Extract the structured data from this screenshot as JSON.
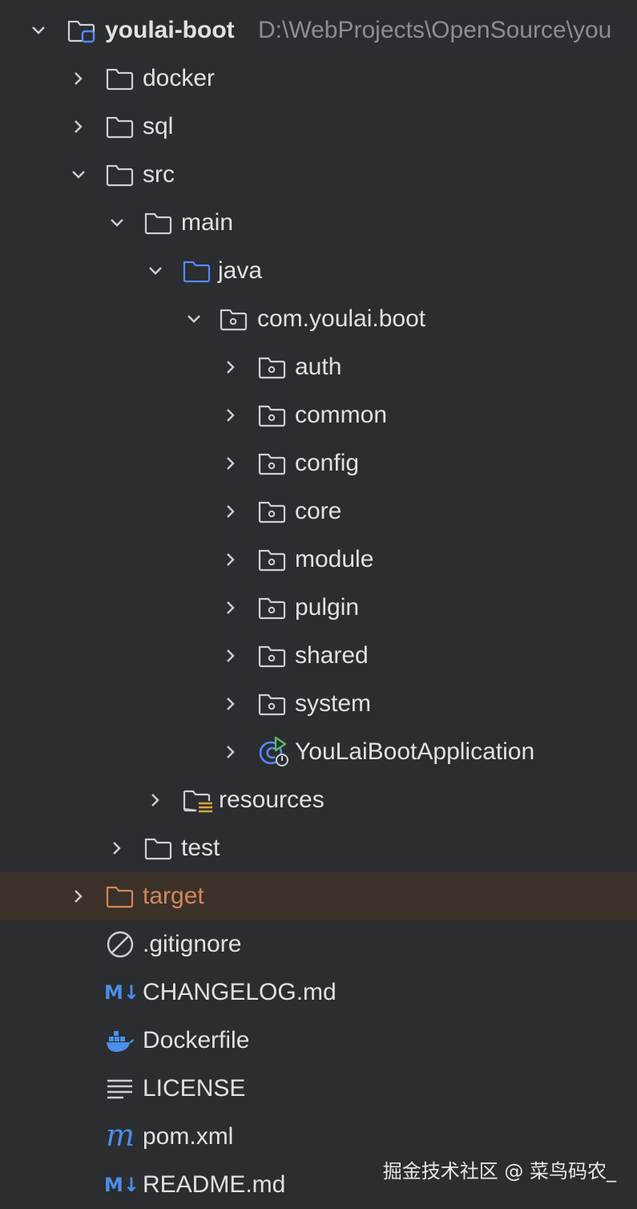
{
  "project": {
    "root_name": "youlai-boot",
    "root_path": "D:\\WebProjects\\OpenSource\\you"
  },
  "tree": {
    "docker": "docker",
    "sql": "sql",
    "src": "src",
    "main": "main",
    "java": "java",
    "package": "com.youlai.boot",
    "auth": "auth",
    "common": "common",
    "config": "config",
    "core": "core",
    "module": "module",
    "pulgin": "pulgin",
    "shared": "shared",
    "system": "system",
    "app_class": "YouLaiBootApplication",
    "resources": "resources",
    "test": "test",
    "target": "target",
    "gitignore": ".gitignore",
    "changelog": "CHANGELOG.md",
    "dockerfile": "Dockerfile",
    "license": "LICENSE",
    "pom": "pom.xml",
    "readme": "README.md"
  },
  "icons": {
    "md_glyph": "M↓",
    "maven_glyph": "m"
  },
  "watermark": "掘金技术社区 @ 菜鸟码农_",
  "colors": {
    "background": "#2b2d30",
    "excluded_row": "#3b3128",
    "excluded_text": "#d3875c",
    "java_folder": "#548af7",
    "accent_blue": "#4c8ee8"
  }
}
